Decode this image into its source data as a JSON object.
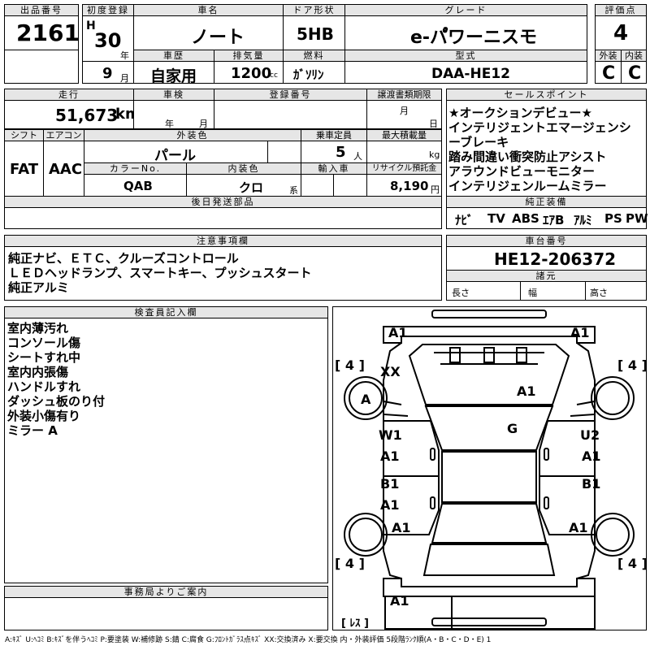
{
  "header": {
    "lot_no_label": "出品番号",
    "lot_no": "2161",
    "first_reg_label": "初度登録",
    "era": "H",
    "year": "30",
    "year_unit": "年",
    "month": "9",
    "month_unit": "月",
    "model_name_label": "車名",
    "model_name": "ノート",
    "door_label": "ドア形状",
    "door": "5HB",
    "grade_label": "グレード",
    "grade": "e-パ゚ワーニスモ",
    "score_label": "評価点",
    "score": "4",
    "history_label": "車歴",
    "history": "自家用",
    "displacement_label": "排気量",
    "displacement": "1200",
    "displacement_unit": "cc",
    "fuel_label": "燃料",
    "fuel": "ｶﾞｿﾘﾝ",
    "type_label": "型式",
    "type": "DAA-HE12",
    "exterior_label": "外装",
    "exterior": "C",
    "interior_label": "内装",
    "interior": "C"
  },
  "details": {
    "mileage_label": "走行",
    "mileage": "51,673",
    "mileage_unit": "km",
    "inspection_label": "車検",
    "inspection_year_unit": "年",
    "inspection_month_unit": "月",
    "reg_no_label": "登録番号",
    "transfer_label": "譲渡書類期限",
    "transfer_month_unit": "月",
    "transfer_day_unit": "日",
    "shift_label": "シフト",
    "shift": "FAT",
    "ac_label": "エアコン",
    "ac": "AAC",
    "color_label": "外装色",
    "color": "パール",
    "capacity_label": "乗車定員",
    "capacity": "5",
    "capacity_unit": "人",
    "load_label": "最大積載量",
    "load_unit": "kg",
    "color_no_label": "カラーNo.",
    "color_no": "QAB",
    "int_color_label": "内装色",
    "int_color": "クロ",
    "int_color_unit": "系",
    "import_label": "輸入車",
    "recycle_label": "リサイクル預託金",
    "recycle": "8,190",
    "recycle_unit": "円",
    "later_parts_label": "後日発送部品"
  },
  "sales_points": {
    "label": "セールスポイント",
    "lines": [
      "★オークションデビュー★",
      "インテリジェントエマージェンシ",
      "ーブレーキ",
      "踏み間違い衝突防止アシスト",
      "アラウンドビューモニター",
      "インテリジェンルームミラー"
    ]
  },
  "equipment": {
    "label": "純正装備",
    "items": [
      "ﾅﾋﾞ",
      "TV",
      "ABS",
      "ｴｱB",
      "ｱﾙﾐ",
      "PS",
      "PW"
    ]
  },
  "notes": {
    "label": "注意事項欄",
    "lines": [
      "純正ナビ、ＥＴＣ、クルーズコントロール",
      "ＬＥＤヘッドランプ、スマートキー、プッシュスタート",
      "純正アルミ"
    ]
  },
  "chassis": {
    "label": "車台番号",
    "value": "HE12-206372",
    "spec_label": "諸元",
    "length_label": "長さ",
    "width_label": "幅",
    "height_label": "高さ"
  },
  "inspector": {
    "label": "検査員記入欄",
    "lines": [
      "室内薄汚れ",
      "コンソール傷",
      "シートすれ中",
      "室内内張傷",
      "ハンドルすれ",
      "ダッシュ板のり付",
      "外装小傷有り",
      "ミラー A"
    ]
  },
  "office": {
    "label": "事務局よりご案内"
  },
  "diagram": {
    "marks": {
      "front_left": "A1",
      "front_right": "A1",
      "bonnet": "A1",
      "xx": "XX",
      "wheel_fl": "A",
      "roof": "G",
      "w1": "W1",
      "fl_door": "A1",
      "u2": "U2",
      "fr_door": "A1",
      "b1_left": "B1",
      "rl_door": "A1",
      "b1_right": "B1",
      "rear_left": "A1",
      "rear_right": "A1",
      "bottom": "A1",
      "tire_tl": "4",
      "tire_tr": "4",
      "tire_bl": "4",
      "tire_br": "4",
      "spare": "ﾚｽ"
    }
  },
  "legend": "A:ｷｽﾞ U:ﾍｺﾐ B:ｷｽﾞを伴うﾍｺﾐ P:要塗装 W:補修跡 S:錆 C:腐食 G:ﾌﾛﾝﾄｶﾞﾗｽ点ｷｽﾞ XX:交換済み X:要交換 内・外装評価 5段階ﾗﾝｸ順(A・B・C・D・E) 1"
}
